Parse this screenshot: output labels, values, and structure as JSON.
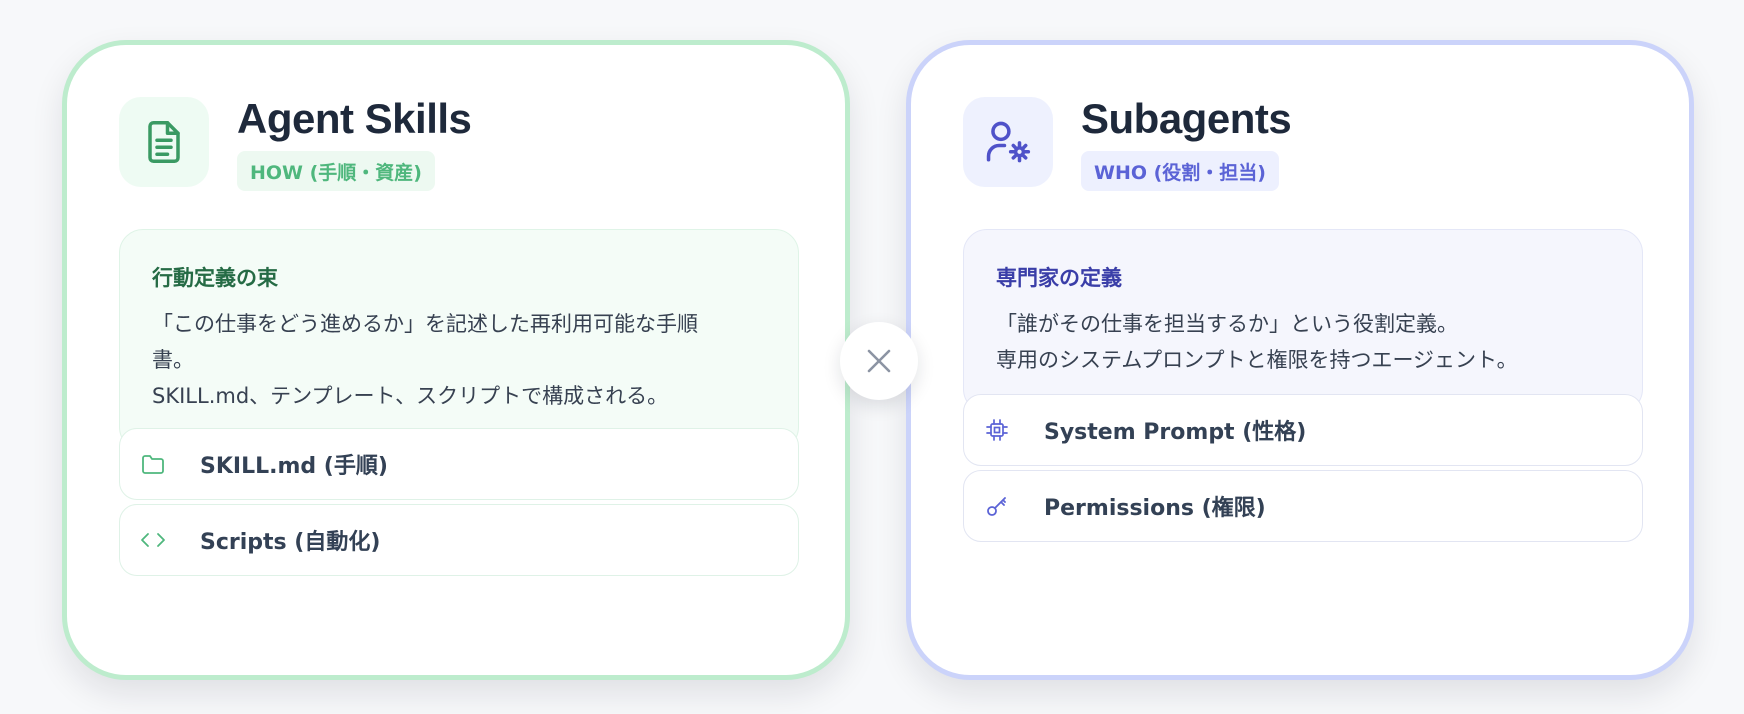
{
  "left_card": {
    "title": "Agent Skills",
    "badge": "HOW (手順・資産)",
    "icon": "document-icon",
    "accent": "#4fb77d",
    "border": "#bdeccd",
    "description": {
      "heading": "行動定義の束",
      "lines": [
        "「この仕事をどう進めるか」を記述した再利用可能な手順",
        "書。",
        "SKILL.md、テンプレート、スクリプトで構成される。"
      ]
    },
    "features": [
      {
        "label": "SKILL.md (手順)",
        "icon": "folder-icon"
      },
      {
        "label": "Scripts (自動化)",
        "icon": "code-icon"
      }
    ]
  },
  "connector": {
    "icon": "close-icon"
  },
  "right_card": {
    "title": "Subagents",
    "badge": "WHO (役割・担当)",
    "icon": "user-gear-icon",
    "accent": "#5b63d6",
    "border": "#cbd3fa",
    "description": {
      "heading": "専門家の定義",
      "lines": [
        "「誰がその仕事を担当するか」という役割定義。",
        "専用のシステムプロンプトと権限を持つエージェント。"
      ]
    },
    "features": [
      {
        "label": "System Prompt (性格)",
        "icon": "chip-icon"
      },
      {
        "label": "Permissions (権限)",
        "icon": "key-icon"
      }
    ]
  }
}
